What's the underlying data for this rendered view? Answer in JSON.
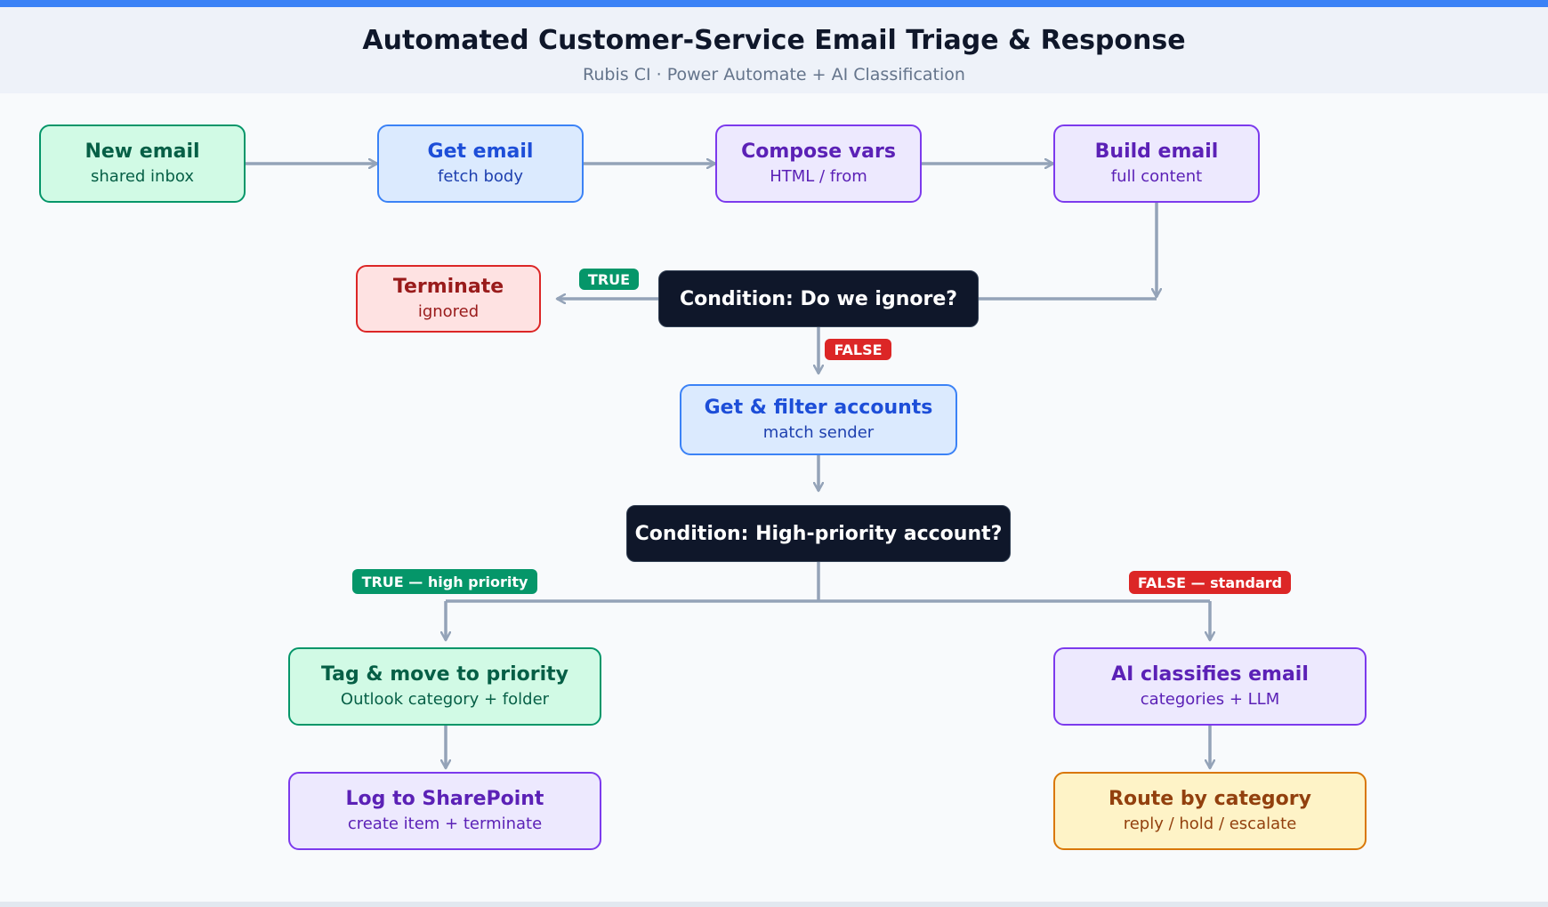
{
  "header": {
    "title": "Automated Customer-Service Email Triage & Response",
    "subtitle": "Rubis CI  ·  Power Automate + AI Classification"
  },
  "nodes": {
    "new_email": {
      "title": "New email",
      "sub": "shared inbox"
    },
    "get_email": {
      "title": "Get email",
      "sub": "fetch body"
    },
    "compose_vars": {
      "title": "Compose vars",
      "sub": "HTML / from"
    },
    "build_email": {
      "title": "Build email",
      "sub": "full content"
    },
    "terminate": {
      "title": "Terminate",
      "sub": "ignored"
    },
    "get_filter": {
      "title": "Get & filter accounts",
      "sub": "match sender"
    },
    "tag_move": {
      "title": "Tag & move to priority",
      "sub": "Outlook category + folder"
    },
    "log_sharepoint": {
      "title": "Log to SharePoint",
      "sub": "create item + terminate"
    },
    "ai_classify": {
      "title": "AI classifies email",
      "sub": "categories + LLM"
    },
    "route": {
      "title": "Route by category",
      "sub": "reply / hold / escalate"
    }
  },
  "conditions": {
    "ignore": "Condition: Do we ignore?",
    "priority": "Condition: High-priority account?"
  },
  "badges": {
    "ignore_true": "TRUE",
    "ignore_false": "FALSE",
    "priority_true": "TRUE — high priority",
    "priority_false": "FALSE — standard"
  },
  "colors": {
    "accent": "#3b82f6",
    "connector": "#94a3b8",
    "condition": "#0f172a",
    "true": "#059669",
    "false": "#dc2626"
  }
}
